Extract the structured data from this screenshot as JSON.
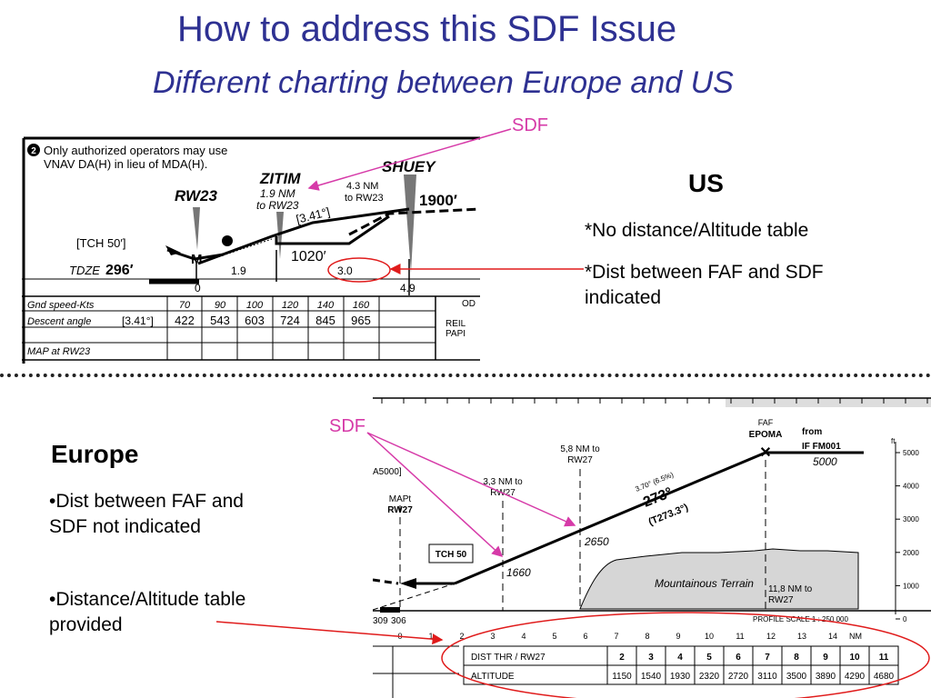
{
  "title": "How to address this SDF Issue",
  "subtitle": "Different charting between Europe and US",
  "sdf_label": "SDF",
  "us": {
    "heading": "US",
    "points": [
      "*No distance/Altitude table",
      "*Dist between FAF and SDF indicated"
    ]
  },
  "europe": {
    "heading": "Europe",
    "points": [
      "•Dist between FAF and SDF not indicated",
      "•Distance/Altitude table provided"
    ]
  },
  "us_chart": {
    "note_num": "2",
    "note": [
      "Only authorized operators may use",
      "VNAV DA(H) in lieu of MDA(H)."
    ],
    "rw": "RW23",
    "zitim": "ZITIM",
    "zitim_dist": [
      "1.9 NM",
      "to RW23"
    ],
    "shuey": "SHUEY",
    "shuey_dist": [
      "4.3 NM",
      "to RW23"
    ],
    "shuey_alt": "1900′",
    "angle": "[3.41°]",
    "alt_1020": "1020′",
    "tch": "[TCH 50′]",
    "tdze_label": "TDZE",
    "tdze_val": "296′",
    "m": "M",
    "dist_0": "0",
    "dist_19": "1.9",
    "dist_30": "3.0",
    "dist_49": "4.9",
    "gs_label": "Gnd speed-Kts",
    "gs_values": [
      "70",
      "90",
      "100",
      "120",
      "140",
      "160"
    ],
    "descent_label": "Descent angle",
    "descent_angle": "[3.41°]",
    "descent_values": [
      "422",
      "543",
      "603",
      "724",
      "845",
      "965"
    ],
    "map_label": "MAP at RW23",
    "reil": "REIL",
    "papi": "PAPI",
    "od": "OD"
  },
  "eu_chart": {
    "a5000": "A5000]",
    "fm001_from": "from",
    "fm001": "IF FM001",
    "fm001_alt": "5000",
    "faf": "FAF",
    "epoma": "EPOMA",
    "d58": [
      "5,8 NM to",
      "RW27"
    ],
    "d33": [
      "3,3 NM to",
      "RW27"
    ],
    "d118": [
      "11,8 NM to",
      "RW27"
    ],
    "mapt": [
      "MAPt",
      "RW27"
    ],
    "tch": "TCH 50",
    "angle": "3.70° (6.5%)",
    "course": "273°",
    "course_t": "(T273.3°)",
    "alt_2650": "2650",
    "alt_1660": "1660",
    "terrain": "Mountainous Terrain",
    "profile_scale": "PROFILE  SCALE 1 : 250 000",
    "ft": "ft",
    "ft_ticks": [
      "5000",
      "4000",
      "3000",
      "2000",
      "1000",
      "0"
    ],
    "bottom_nums": [
      "309",
      "306"
    ],
    "nm_ticks": [
      "0",
      "1",
      "2",
      "3",
      "4",
      "5",
      "6",
      "7",
      "8",
      "9",
      "10",
      "11",
      "12",
      "13",
      "14"
    ],
    "nm": "NM",
    "table_row1_label": "DIST THR / RW27",
    "table_row1": [
      "2",
      "3",
      "4",
      "5",
      "6",
      "7",
      "8",
      "9",
      "10",
      "11"
    ],
    "table_row2_label": "ALTITUDE",
    "table_row2": [
      "1150",
      "1540",
      "1930",
      "2320",
      "2720",
      "3110",
      "3500",
      "3890",
      "4290",
      "4680"
    ]
  }
}
